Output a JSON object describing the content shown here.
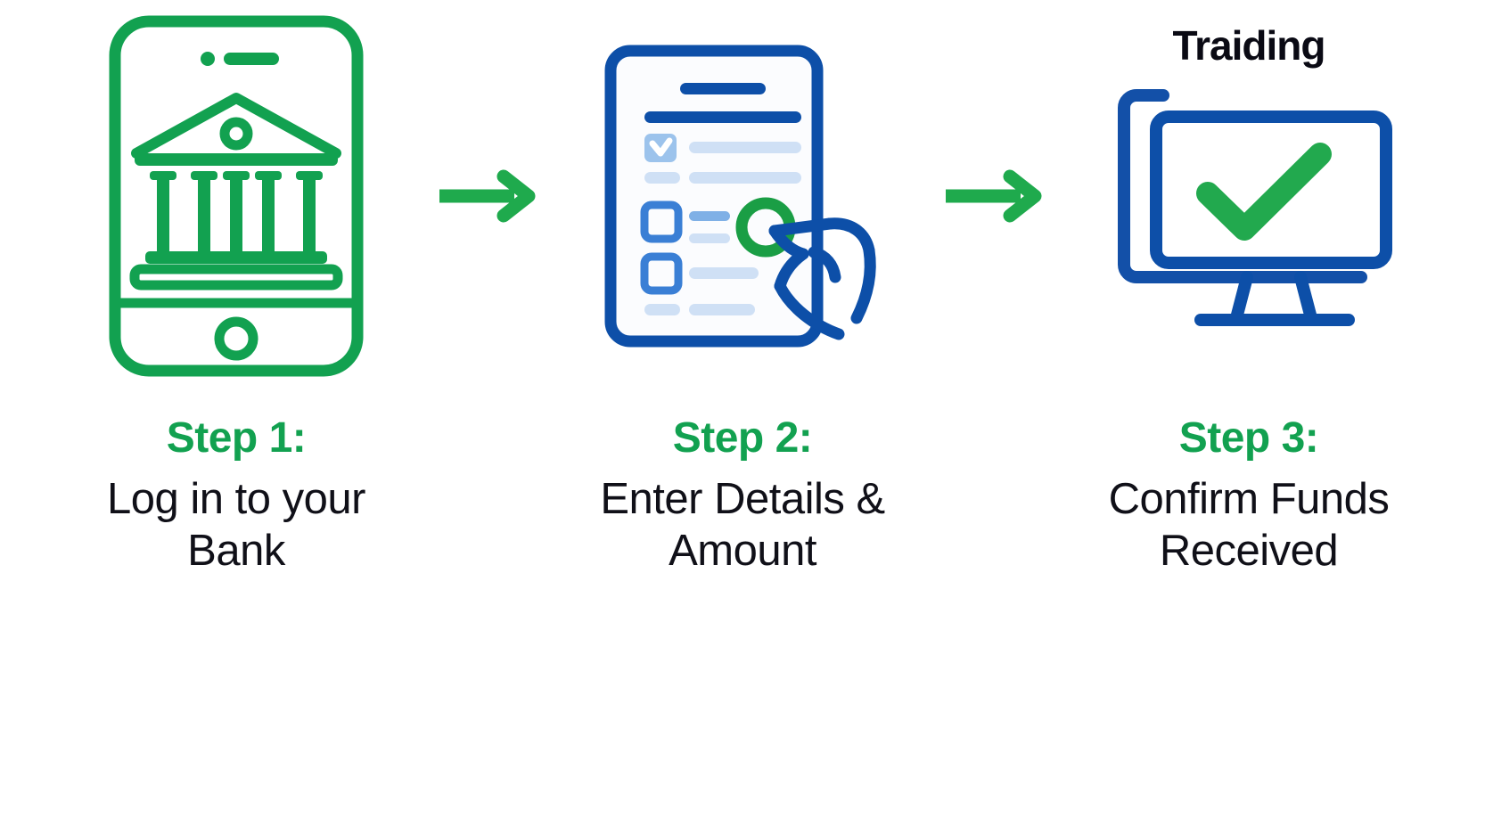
{
  "theme": {
    "background": "#ffffff",
    "green": "#12a150",
    "green_bright": "#1faa4d",
    "blue": "#0d4fa8",
    "blue_mid": "#3a7fd5",
    "blue_light": "#b9d2ef",
    "blue_pale": "#cfe0f5",
    "text_dark": "#101018"
  },
  "steps": [
    {
      "id": "step-1",
      "title": "Step 1:",
      "description": "Log in to your Bank",
      "description_lines": [
        "Log in to your",
        "Bank"
      ],
      "icon": "mobile-phone-bank-icon",
      "icon_color": "#12a150"
    },
    {
      "id": "step-2",
      "title": "Step 2:",
      "description": "Enter Details & Amount",
      "description_lines": [
        "Enter Details",
        "& Amount"
      ],
      "icon": "form-checklist-tap-icon",
      "icon_color": "#0d4fa8"
    },
    {
      "id": "step-3",
      "title": "Step 3:",
      "description": "Confirm Funds Received",
      "description_lines": [
        "Confirm Funds",
        "Received"
      ],
      "icon": "monitor-checkmark-icon",
      "icon_color": "#0d4fa8",
      "screen_label": "Traiding"
    }
  ],
  "arrows": [
    {
      "id": "arrow-1",
      "icon": "arrow-right-icon",
      "color": "#1faa4d"
    },
    {
      "id": "arrow-2",
      "icon": "arrow-right-icon",
      "color": "#1faa4d"
    }
  ]
}
